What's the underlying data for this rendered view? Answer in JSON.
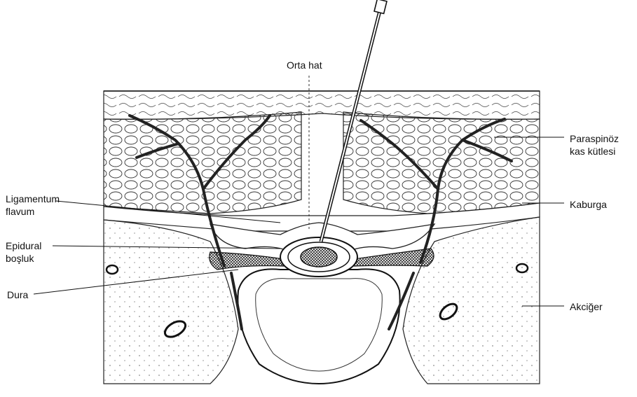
{
  "labels": {
    "midline": "Orta hat",
    "paraspinal_line1": "Paraspinöz",
    "paraspinal_line2": "kas kütlesi",
    "rib": "Kaburga",
    "lung": "Akciğer",
    "ligamentum_line1": "Ligamentum",
    "ligamentum_line2": "flavum",
    "epidural_line1": "Epidural",
    "epidural_line2": "boşluk",
    "dura": "Dura"
  },
  "colors": {
    "ink": "#111111",
    "paper": "#ffffff"
  }
}
